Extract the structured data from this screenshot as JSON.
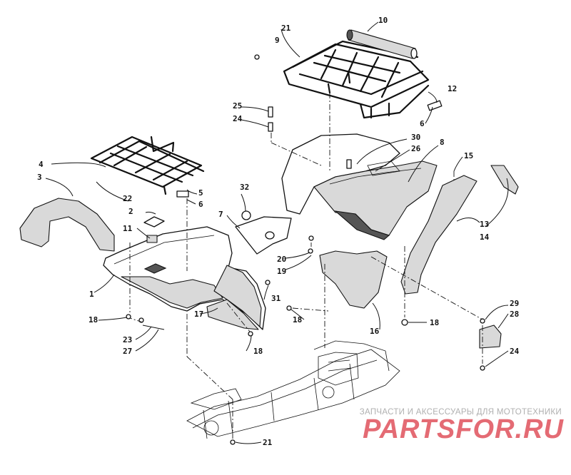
{
  "watermark": {
    "tagline": "ЗАПЧАСТИ И АКСЕССУАРЫ ДЛЯ МОТОТЕХНИКИ",
    "logo": "PARTSFOR.RU",
    "tagline_color": "#b0b0b0",
    "logo_color": "#e46b74"
  },
  "callouts": {
    "c1": "1",
    "c2": "2",
    "c3": "3",
    "c4": "4",
    "c5": "5",
    "c6a": "6",
    "c6b": "6",
    "c7": "7",
    "c8": "8",
    "c9": "9",
    "c10": "10",
    "c11": "11",
    "c12": "12",
    "c13": "13",
    "c14": "14",
    "c15": "15",
    "c16": "16",
    "c17": "17",
    "c18a": "18",
    "c18b": "18",
    "c18c": "18",
    "c18d": "18",
    "c19": "19",
    "c20": "20",
    "c21a": "21",
    "c21b": "21",
    "c22": "22",
    "c23": "23",
    "c24a": "24",
    "c24b": "24",
    "c25": "25",
    "c26": "26",
    "c27": "27",
    "c28": "28",
    "c29": "29",
    "c30": "30",
    "c31": "31",
    "c32": "32"
  }
}
